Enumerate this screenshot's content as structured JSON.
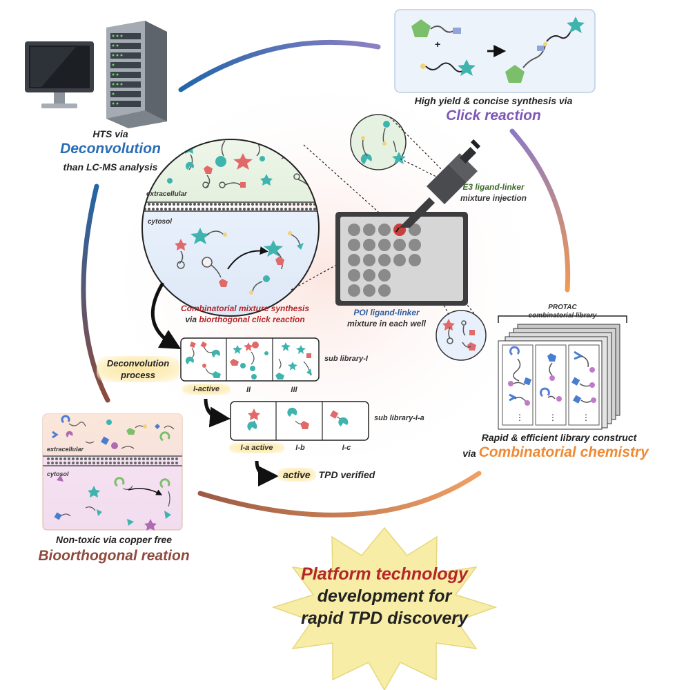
{
  "colors": {
    "blue": "#2a6db5",
    "purple": "#7e57b6",
    "orange": "#ee8a33",
    "brown": "#8e4a3c",
    "red": "#b4262a",
    "green": "#3e6b2b",
    "navy": "#2b5d9e"
  },
  "hts": {
    "line1": "HTS via",
    "highlight": "Deconvolution",
    "line3": "than LC-MS analysis"
  },
  "click": {
    "line1": "High yield & concise synthesis via",
    "highlight": "Click reaction",
    "plus": "+"
  },
  "cell": {
    "extracellular": "extracellular",
    "cytosol": "cytosol"
  },
  "combinatorial_mixture": {
    "line1": "Combinatorial mixture synthesis",
    "line2_prefix": "via ",
    "line2_highlight": "biorthogonal click reaction"
  },
  "e3": {
    "line1": "E3 ligand-linker",
    "line2": "mixture injection"
  },
  "poi": {
    "line1": "POI ligand-linker",
    "line2": "mixture in each well"
  },
  "protac": {
    "line1": "PROTAC",
    "line2": "combinatorial library",
    "dots": "⋮"
  },
  "library": {
    "line1": "Rapid & efficient library construct",
    "prefix": "via ",
    "highlight": "Combinatorial chemistry"
  },
  "deconvolution": {
    "line1": "Deconvolution",
    "line2": "process",
    "sub1": "sub library-I",
    "sub1a": "sub library-I-a",
    "i_active": "I-active",
    "ii": "II",
    "iii": "III",
    "ia_active": "I-a active",
    "ib": "I-b",
    "ic": "I-c",
    "verified_highlight": "active",
    "verified_rest": " TPD verified"
  },
  "biortho": {
    "extracellular": "extracellular",
    "cytosol": "cytosol",
    "line1": "Non-toxic via copper free",
    "highlight": "Bioorthogonal reation"
  },
  "platform": {
    "line1": "Platform technology",
    "line2": "development for",
    "line3": "rapid TPD discovery"
  }
}
